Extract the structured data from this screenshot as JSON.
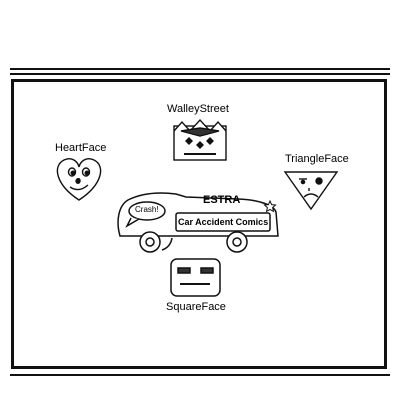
{
  "characters": {
    "top": {
      "name": "WalleyStreet"
    },
    "left": {
      "name": "HeartFace"
    },
    "right": {
      "name": "TriangleFace"
    },
    "bottom": {
      "name": "SquareFace"
    }
  },
  "car": {
    "speech": "Crash!",
    "brand": "ESTRA",
    "tagline": "Car Accident Comics"
  }
}
